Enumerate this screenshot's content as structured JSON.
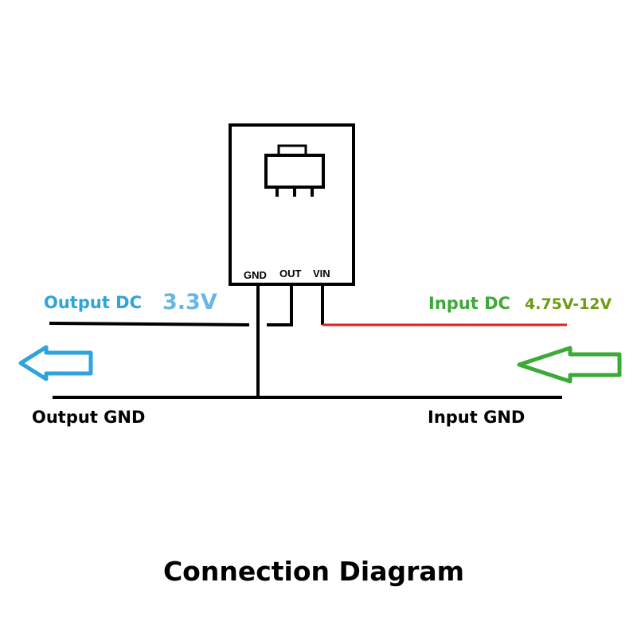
{
  "module": {
    "pins": [
      "GND",
      "OUT",
      "VIN"
    ],
    "icon": "regulator-chip-icon"
  },
  "output": {
    "label": "Output DC",
    "voltage": "3.3V",
    "gnd_label": "Output GND",
    "color": "#2ea3dc",
    "voltage_color": "#69b6e6",
    "arrow_icon": "arrow-left-icon"
  },
  "input": {
    "label": "Input DC",
    "voltage": "4.75V-12V",
    "gnd_label": "Input GND",
    "color": "#3caa37",
    "voltage_color": "#6e9c10",
    "arrow_icon": "arrow-left-icon"
  },
  "wire_colors": {
    "vin": "#e02020",
    "line": "#000000"
  },
  "caption": "Connection Diagram"
}
